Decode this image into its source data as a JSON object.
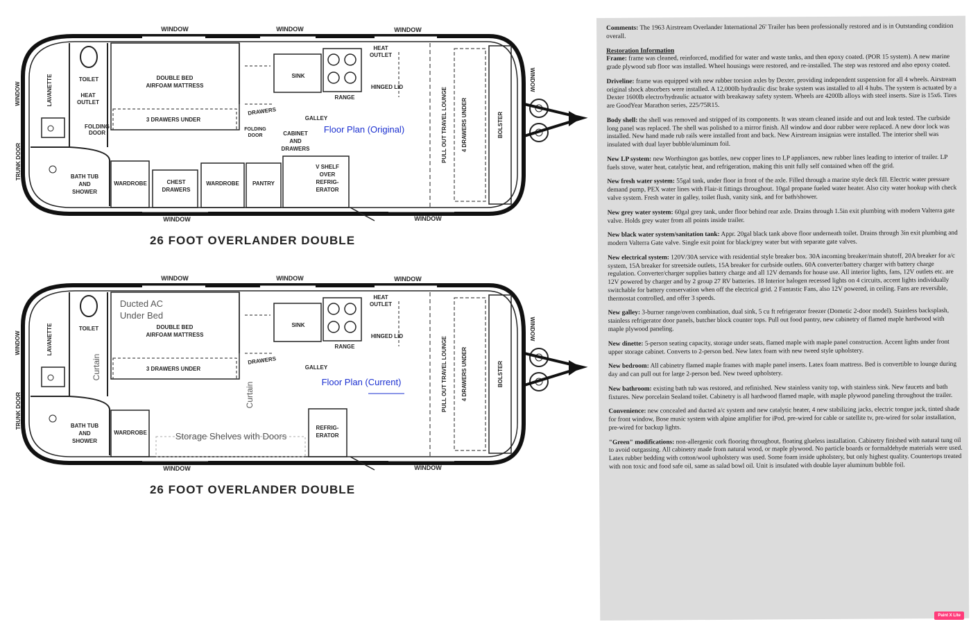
{
  "plans": [
    {
      "caption": "Floor Plan (Original)",
      "title": "26 FOOT OVERLANDER DOUBLE",
      "labels": {
        "window_top_left": "WINDOW",
        "window_top_mid": "WINDOW",
        "window_top_right": "WINDOW",
        "window_bottom_left": "WINDOW",
        "window_bottom_right": "WINDOW",
        "window_left": "WINDOW",
        "window_right": "WINDOW",
        "trunk_door": "TRUNK DOOR",
        "lavanette": "LAVANETTE",
        "toilet": "TOILET",
        "heat_outlet_left": [
          "HEAT",
          "OUTLET"
        ],
        "folding_door_left": [
          "FOLDING",
          "DOOR"
        ],
        "double_bed": [
          "DOUBLE BED",
          "AIRFOAM MATTRESS"
        ],
        "drawers_under": "3 DRAWERS UNDER",
        "bath": [
          "BATH TUB",
          "AND",
          "SHOWER"
        ],
        "wardrobe_left": "WARDROBE",
        "chest_drawers": [
          "CHEST",
          "DRAWERS"
        ],
        "wardrobe_mid": "WARDROBE",
        "pantry": "PANTRY",
        "folding_door_mid": [
          "FOLDING",
          "DOOR"
        ],
        "cabinet_drawers": [
          "CABINET",
          "AND",
          "DRAWERS"
        ],
        "shelf_refrigerator": [
          "V SHELF",
          "OVER",
          "REFRIG-",
          "ERATOR"
        ],
        "drawers_galley": "DRAWERS",
        "sink": "SINK",
        "range": "RANGE",
        "galley": "GALLEY",
        "heat_outlet_right": [
          "HEAT",
          "OUTLET"
        ],
        "hinged_lid": "HINGED LID",
        "pull_out_lounge": "PULL OUT TRAVEL LOUNGE",
        "drawers_under_lounge": "4 DRAWERS UNDER",
        "bolster": "BOLSTER"
      }
    },
    {
      "caption": "Floor Plan (Current)",
      "title": "26 FOOT OVERLANDER DOUBLE",
      "notes": {
        "ducted_ac": [
          "Ducted AC",
          "Under Bed"
        ],
        "curtain_left": "Curtain",
        "curtain_mid": "Curtain",
        "storage": "Storage Shelves with Doors"
      },
      "labels": {
        "window_top_left": "WINDOW",
        "window_top_mid": "WINDOW",
        "window_top_right": "WINDOW",
        "window_bottom_left": "WINDOW",
        "window_bottom_right": "WINDOW",
        "window_left": "WINDOW",
        "window_right": "WINDOW",
        "trunk_door": "TRUNK DOOR",
        "lavanette": "LAVANETTE",
        "toilet": "TOILET",
        "double_bed": [
          "DOUBLE BED",
          "AIRFOAM MATTRESS"
        ],
        "drawers_under": "3 DRAWERS UNDER",
        "bath": [
          "BATH TUB",
          "AND",
          "SHOWER"
        ],
        "wardrobe_left": "WARDROBE",
        "refrigerator": [
          "REFRIG-",
          "ERATOR"
        ],
        "drawers_galley": "DRAWERS",
        "sink": "SINK",
        "range": "RANGE",
        "galley": "GALLEY",
        "heat_outlet_right": [
          "HEAT",
          "OUTLET"
        ],
        "hinged_lid": "HINGED LID",
        "pull_out_lounge": "PULL OUT TRAVEL LOUNGE",
        "drawers_under_lounge": "4 DRAWERS UNDER",
        "bolster": "BOLSTER"
      }
    }
  ],
  "document": {
    "comments": {
      "label": "Comments:",
      "text": "The 1963 Airstream Overlander International 26' Trailer has been professionally restored and is in Outstanding condition overall."
    },
    "heading": "Restoration Information",
    "sections": [
      {
        "label": "Frame:",
        "text": "frame was cleaned, reinforced, modified for water and waste tanks, and then epoxy coated. (POR 15 system). A new marine grade plywood sub floor was installed. Wheel housings were restored, and re-installed. The step was restored and also epoxy coated."
      },
      {
        "label": "Driveline:",
        "text": "frame was equipped with new rubber torsion axles by Dexter, providing independent suspension for all 4 wheels. Airstream original shock absorbers were installed. A 12,000lb hydraulic disc brake system was installed to all 4 hubs. The system is actuated by a Dexter 1600lb electro/hydraulic actuator with breakaway safety system. Wheels are 4200lb alloys with steel inserts. Size is 15x6. Tires are GoodYear Marathon series, 225/75R15."
      },
      {
        "label": "Body shell:",
        "text": "the shell was removed and stripped of its components. It was steam cleaned inside and out and leak tested. The curbside long panel was replaced. The shell was polished to a mirror finish. All window and door rubber were replaced. A new door lock was installed. New hand made rub rails were installed front and back. New Airstream insignias were installed. The interior shell was insulated with dual layer bubble/aluminum foil."
      },
      {
        "label": "New LP system:",
        "text": "new Worthington gas bottles, new copper lines to LP appliances, new rubber lines leading to interior of trailer. LP fuels stove, water heat, catalytic heat, and refrigeration, making this unit fully self contained when off the grid."
      },
      {
        "label": "New fresh water system:",
        "text": "55gal tank, under floor in front of the axle. Filled through a marine style deck fill. Electric water pressure demand pump, PEX water lines with Flair-it fittings throughout. 10gal propane fueled water heater. Also city water hookup with check valve system. Fresh water in galley, toilet flush, vanity sink, and for bath/shower."
      },
      {
        "label": "New grey water system:",
        "text": "60gal grey tank, under floor behind rear axle. Drains through 1.5in exit plumbing with modern Valterra gate valve. Holds grey water from all points inside trailer."
      },
      {
        "label": "New black water system/sanitation tank:",
        "text": "Appr. 20gal black tank above floor underneath toilet. Drains through 3in exit plumbing and modern Valterra Gate valve. Single exit point for black/grey water but with separate gate valves."
      },
      {
        "label": "New electrical system:",
        "text": "120V/30A service with residential style breaker box. 30A incoming breaker/main shutoff, 20A breaker for a/c system, 15A breaker for streetside outlets, 15A breaker for curbside outlets. 60A converter/battery charger with battery charge regulation. Converter/charger supplies battery charge and all 12V demands for house use. All interior lights, fans, 12V outlets etc. are 12V powered by charger and by 2 group 27 RV batteries. 18 Interior halogen recessed lights on 4 circuits, accent lights individually switchable for battery conservation when off the electrical grid. 2 Fantastic Fans, also 12V powered, in ceiling. Fans are reversible, thermostat controlled, and offer 3 speeds."
      },
      {
        "label": "New galley:",
        "text": "3-burner range/oven combination, dual sink, 5 cu ft refrigerator freezer (Dometic 2-door model). Stainless backsplash, stainless refrigerator door panels, butcher block counter tops. Pull out food pantry, new cabinetry of flamed maple hardwood with maple plywood paneling."
      },
      {
        "label": "New dinette:",
        "text": "5-person seating capacity, storage under seats, flamed maple with maple panel construction. Accent lights under front upper storage cabinet. Converts to 2-person bed. New latex foam with new tweed style upholstery."
      },
      {
        "label": "New bedroom:",
        "text": "All cabinetry flamed maple frames with maple panel inserts. Latex foam mattress. Bed is convertible to lounge during day and can pull out for large 2-person bed. New tweed upholstery."
      },
      {
        "label": "New bathroom:",
        "text": "existing bath tub was restored, and refinished. New stainless vanity top, with stainless sink. New faucets and bath fixtures. New porcelain Sealand toilet. Cabinetry is all hardwood flamed maple, with maple plywood paneling throughout the trailer."
      },
      {
        "label": "Convenience:",
        "text": "new concealed and ducted a/c system and new catalytic heater, 4 new stabilizing jacks, electric tongue jack, tinted shade for front window, Bose music system with alpine amplifier for iPod, pre-wired for cable or satellite tv, pre-wired for solar installation, pre-wired for backup lights."
      },
      {
        "label": "\"Green\" modifications:",
        "text": "non-allergenic cork flooring throughout, floating glueless installation. Cabinetry finished with natural tung oil to avoid outgassing. All cabinetry made from natural wood, or maple plywood. No particle boards or formaldehyde materials were used. Latex rubber bedding with cotton/wool upholstery was used. Some foam inside upholstery, but only highest quality. Countertops treated with non toxic and food safe oil, same as salad bowl oil. Unit is insulated with double layer aluminum bubble foil."
      }
    ]
  },
  "watermark": "Paint X Lite"
}
